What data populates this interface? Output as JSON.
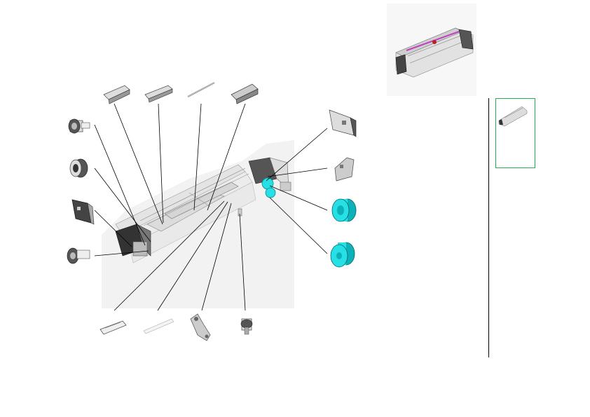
{
  "title": "",
  "colors": {
    "highlight_part": "#26e0e6",
    "highlight_shadow": "#0fb1b8",
    "thumbnail_frame": "#22b14c",
    "leader_lines": "#000000",
    "overview_accent": "#c040c0"
  },
  "parts": [
    {
      "name": "gear-bushing-top-left"
    },
    {
      "name": "ring-bearing-left"
    },
    {
      "name": "side-frame-left"
    },
    {
      "name": "gear-bushing-bottom-left"
    },
    {
      "name": "bracket-top-1"
    },
    {
      "name": "bracket-top-2"
    },
    {
      "name": "shaft-rod-top"
    },
    {
      "name": "clip-bracket-top"
    },
    {
      "name": "side-frame-right"
    },
    {
      "name": "hook-bracket-right"
    },
    {
      "name": "roller-highlighted-upper"
    },
    {
      "name": "roller-highlighted-lower"
    },
    {
      "name": "spring-bracket-bottom"
    },
    {
      "name": "flat-spring-bottom"
    },
    {
      "name": "lever-arm-bottom"
    },
    {
      "name": "gear-bushing-bottom"
    }
  ]
}
